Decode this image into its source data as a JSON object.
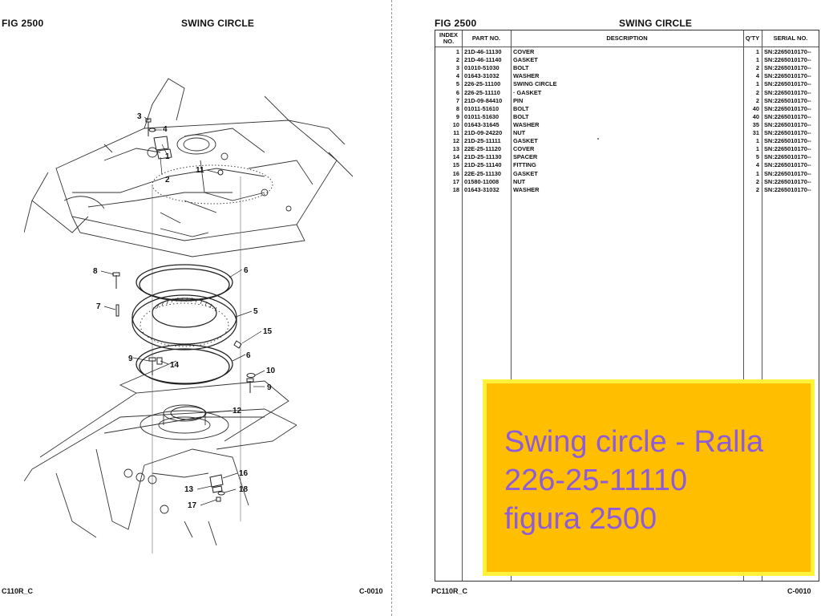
{
  "left_page": {
    "fig_label": "FIG  2500",
    "title": "SWING CIRCLE",
    "footer_left": "C110R_C",
    "footer_right": "C-0010",
    "callouts": [
      {
        "id": "c1",
        "text": "1"
      },
      {
        "id": "c2",
        "text": "2"
      },
      {
        "id": "c3",
        "text": "3"
      },
      {
        "id": "c4",
        "text": "4"
      },
      {
        "id": "c5",
        "text": "5"
      },
      {
        "id": "c6a",
        "text": "6"
      },
      {
        "id": "c6b",
        "text": "6"
      },
      {
        "id": "c7",
        "text": "7"
      },
      {
        "id": "c8",
        "text": "8"
      },
      {
        "id": "c9a",
        "text": "9"
      },
      {
        "id": "c9b",
        "text": "9"
      },
      {
        "id": "c10",
        "text": "10"
      },
      {
        "id": "c11",
        "text": "11"
      },
      {
        "id": "c12",
        "text": "12"
      },
      {
        "id": "c13",
        "text": "13"
      },
      {
        "id": "c14",
        "text": "14"
      },
      {
        "id": "c15",
        "text": "15"
      },
      {
        "id": "c16",
        "text": "16"
      },
      {
        "id": "c17",
        "text": "17"
      },
      {
        "id": "c18",
        "text": "18"
      }
    ]
  },
  "right_page": {
    "fig_label": "FIG  2500",
    "title": "SWING CIRCLE",
    "headers": {
      "index": "INDEX NO.",
      "part_no": "PART NO.",
      "description": "DESCRIPTION",
      "qty": "Q'TY",
      "serial_no": "SERIAL NO."
    },
    "rows": [
      {
        "idx": "1",
        "part": "21D-46-11130",
        "desc": "COVER",
        "qty": "1",
        "serial": "SN:2265010170--"
      },
      {
        "idx": "2",
        "part": "21D-46-11140",
        "desc": "GASKET",
        "qty": "1",
        "serial": "SN:2265010170--"
      },
      {
        "idx": "3",
        "part": "01010-51030",
        "desc": "BOLT",
        "qty": "2",
        "serial": "SN:2265010170--"
      },
      {
        "idx": "4",
        "part": "01643-31032",
        "desc": "WASHER",
        "qty": "4",
        "serial": "SN:2265010170--"
      },
      {
        "idx": "5",
        "part": "226-25-11100",
        "desc": "SWING CIRCLE",
        "qty": "1",
        "serial": "SN:2265010170--"
      },
      {
        "idx": "6",
        "part": "226-25-11110",
        "desc": "· GASKET",
        "qty": "2",
        "serial": "SN:2265010170--"
      },
      {
        "idx": "7",
        "part": "21D-09-84410",
        "desc": "PIN",
        "qty": "2",
        "serial": "SN:2265010170--"
      },
      {
        "idx": "8",
        "part": "01011-51610",
        "desc": "BOLT",
        "qty": "40",
        "serial": "SN:2265010170--"
      },
      {
        "idx": "9",
        "part": "01011-51630",
        "desc": "BOLT",
        "qty": "40",
        "serial": "SN:2265010170--"
      },
      {
        "idx": "10",
        "part": "01643-31645",
        "desc": "WASHER",
        "qty": "35",
        "serial": "SN:2265010170--"
      },
      {
        "idx": "11",
        "part": "21D-09-24220",
        "desc": "NUT",
        "qty": "31",
        "serial": "SN:2265010170--"
      },
      {
        "idx": "12",
        "part": "21D-25-11111",
        "desc": "GASKET",
        "qty": "1",
        "serial": "SN:2265010170--"
      },
      {
        "idx": "13",
        "part": "22E-25-11120",
        "desc": "COVER",
        "qty": "1",
        "serial": "SN:2265010170--"
      },
      {
        "idx": "14",
        "part": "21D-25-11130",
        "desc": "SPACER",
        "qty": "5",
        "serial": "SN:2265010170--"
      },
      {
        "idx": "15",
        "part": "21D-25-11140",
        "desc": "FITTING",
        "qty": "4",
        "serial": "SN:2265010170--"
      },
      {
        "idx": "16",
        "part": "22E-25-11130",
        "desc": "GASKET",
        "qty": "1",
        "serial": "SN:2265010170--"
      },
      {
        "idx": "17",
        "part": "01580-11008",
        "desc": "NUT",
        "qty": "2",
        "serial": "SN:2265010170--"
      },
      {
        "idx": "18",
        "part": "01643-31032",
        "desc": "WASHER",
        "qty": "2",
        "serial": "SN:2265010170--"
      }
    ],
    "footer_left": "PC110R_C",
    "footer_right": "C-0010"
  },
  "banner": {
    "line1": "Swing circle - Ralla",
    "line2": "226-25-11110",
    "line3": "figura 2500",
    "background": "#ffbf00",
    "border_color": "#fff23a",
    "text_color": "#8f5cd8"
  }
}
